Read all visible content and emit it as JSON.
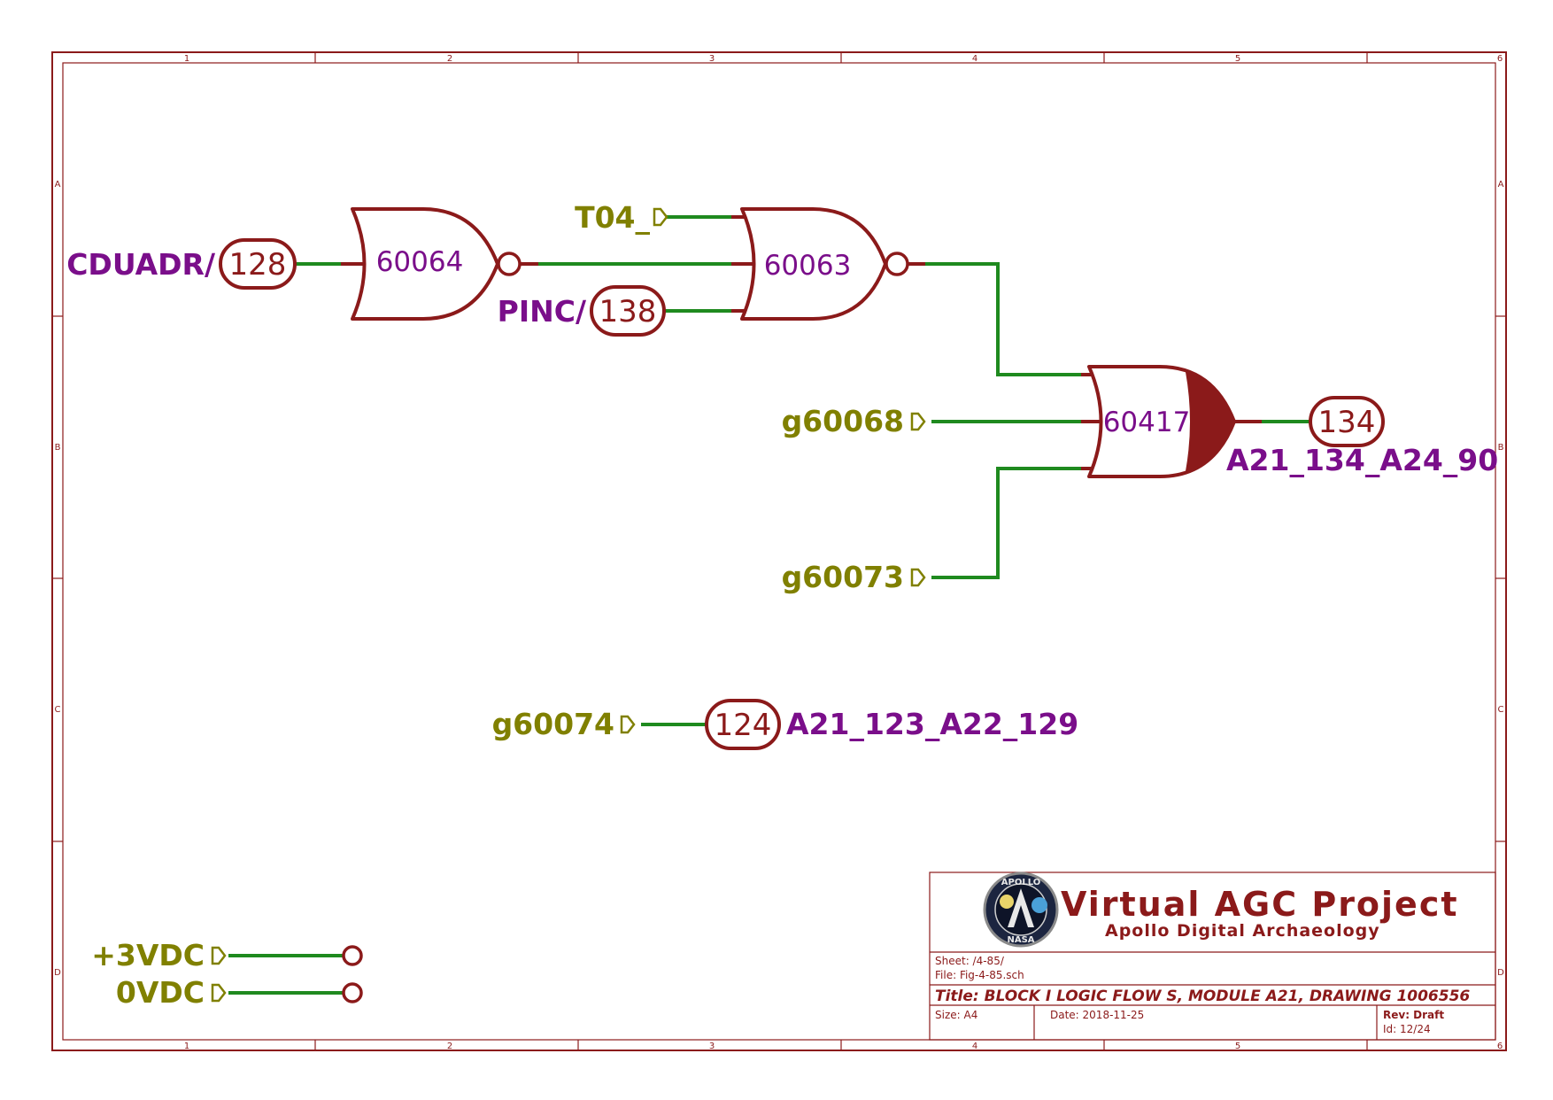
{
  "grid": {
    "columns": [
      "1",
      "2",
      "3",
      "4",
      "5",
      "6"
    ],
    "rows": [
      "A",
      "B",
      "C",
      "D"
    ]
  },
  "gates": {
    "g1": "60064",
    "g2": "60063",
    "g3": "60417"
  },
  "signals": {
    "cduadr": "CDUADR/",
    "pinc": "PINC/",
    "t04": "T04_",
    "g60068": "g60068",
    "g60073": "g60073",
    "g60074": "g60074",
    "out_a21_134": "A21_134_A24_90",
    "out_a21_123": "A21_123_A22_129",
    "v3": "+3VDC",
    "v0": "0VDC"
  },
  "connectors": {
    "c128": "128",
    "c138": "138",
    "c134": "134",
    "c124": "124"
  },
  "title_block": {
    "brand": "Virtual AGC Project",
    "subtitle": "Apollo Digital Archaeology",
    "logo_top": "APOLLO",
    "logo_bottom": "NASA",
    "sheet": "Sheet: /4-85/",
    "file": "File: Fig-4-85.sch",
    "title": "Title: BLOCK I LOGIC FLOW S, MODULE A21, DRAWING 1006556",
    "size": "Size: A4",
    "date": "Date: 2018-11-25",
    "rev": "Rev: Draft",
    "id": "Id: 12/24"
  },
  "colors": {
    "frame": "#8b1a1a",
    "wire": "#1f8a1f",
    "label_purple": "#7a0e8a",
    "label_olive": "#808000"
  }
}
